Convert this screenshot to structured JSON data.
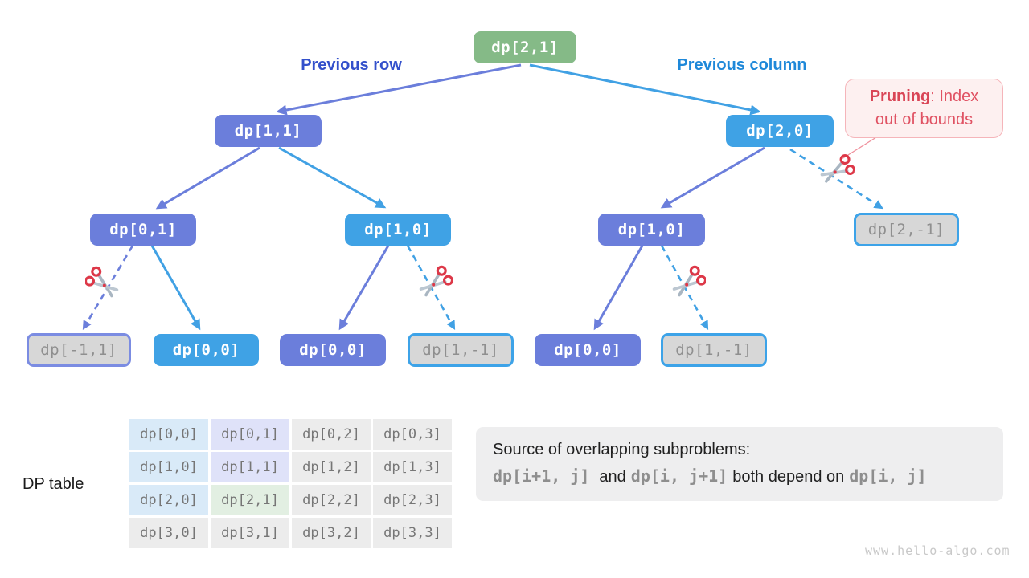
{
  "diagram": {
    "edge_labels": {
      "previous_row": "Previous row",
      "previous_column": "Previous column"
    },
    "callout": {
      "title": "Pruning",
      "title_suffix": ": Index",
      "line2": "out of bounds"
    },
    "tree": {
      "nodes": [
        {
          "label": "dp[2,1]",
          "variant": "green",
          "role": "root"
        },
        {
          "label": "dp[1,1]",
          "variant": "purple"
        },
        {
          "label": "dp[2,0]",
          "variant": "blue"
        },
        {
          "label": "dp[0,1]",
          "variant": "purple"
        },
        {
          "label": "dp[1,0]",
          "variant": "blue"
        },
        {
          "label": "dp[1,0]",
          "variant": "purple"
        },
        {
          "label": "dp[2,-1]",
          "variant": "pruned-blue"
        },
        {
          "label": "dp[-1,1]",
          "variant": "pruned-purple"
        },
        {
          "label": "dp[0,0]",
          "variant": "blue"
        },
        {
          "label": "dp[0,0]",
          "variant": "purple"
        },
        {
          "label": "dp[1,-1]",
          "variant": "pruned-blue"
        },
        {
          "label": "dp[0,0]",
          "variant": "purple"
        },
        {
          "label": "dp[1,-1]",
          "variant": "pruned-blue"
        }
      ]
    }
  },
  "dp_table": {
    "label": "DP table",
    "rows": [
      [
        "dp[0,0]",
        "dp[0,1]",
        "dp[0,2]",
        "dp[0,3]"
      ],
      [
        "dp[1,0]",
        "dp[1,1]",
        "dp[1,2]",
        "dp[1,3]"
      ],
      [
        "dp[2,0]",
        "dp[2,1]",
        "dp[2,2]",
        "dp[2,3]"
      ],
      [
        "dp[3,0]",
        "dp[3,1]",
        "dp[3,2]",
        "dp[3,3]"
      ]
    ]
  },
  "note": {
    "line1": "Source of overlapping subproblems:",
    "code1": "dp[i+1, j]",
    "conj": "and",
    "code2": "dp[i, j+1]",
    "mid": "both depend on",
    "code3": "dp[i, j]"
  },
  "watermark": "www.hello-algo.com",
  "colors": {
    "node_green": "#85ba87",
    "node_purple": "#6b7edb",
    "node_blue": "#3fa2e5",
    "pruned_fill": "#d7d7d7",
    "pruned_border_blue": "#3da3e8",
    "pruned_border_purple": "#7b8ce2",
    "label_previous_row": "#3350cb",
    "label_previous_column": "#1e88d9",
    "callout_red": "#e05263",
    "table_cell_blue": "#d9eaf8",
    "table_cell_lavender": "#dfe2f9",
    "table_cell_green": "#e2efe2",
    "table_cell_gray": "#ececec"
  }
}
